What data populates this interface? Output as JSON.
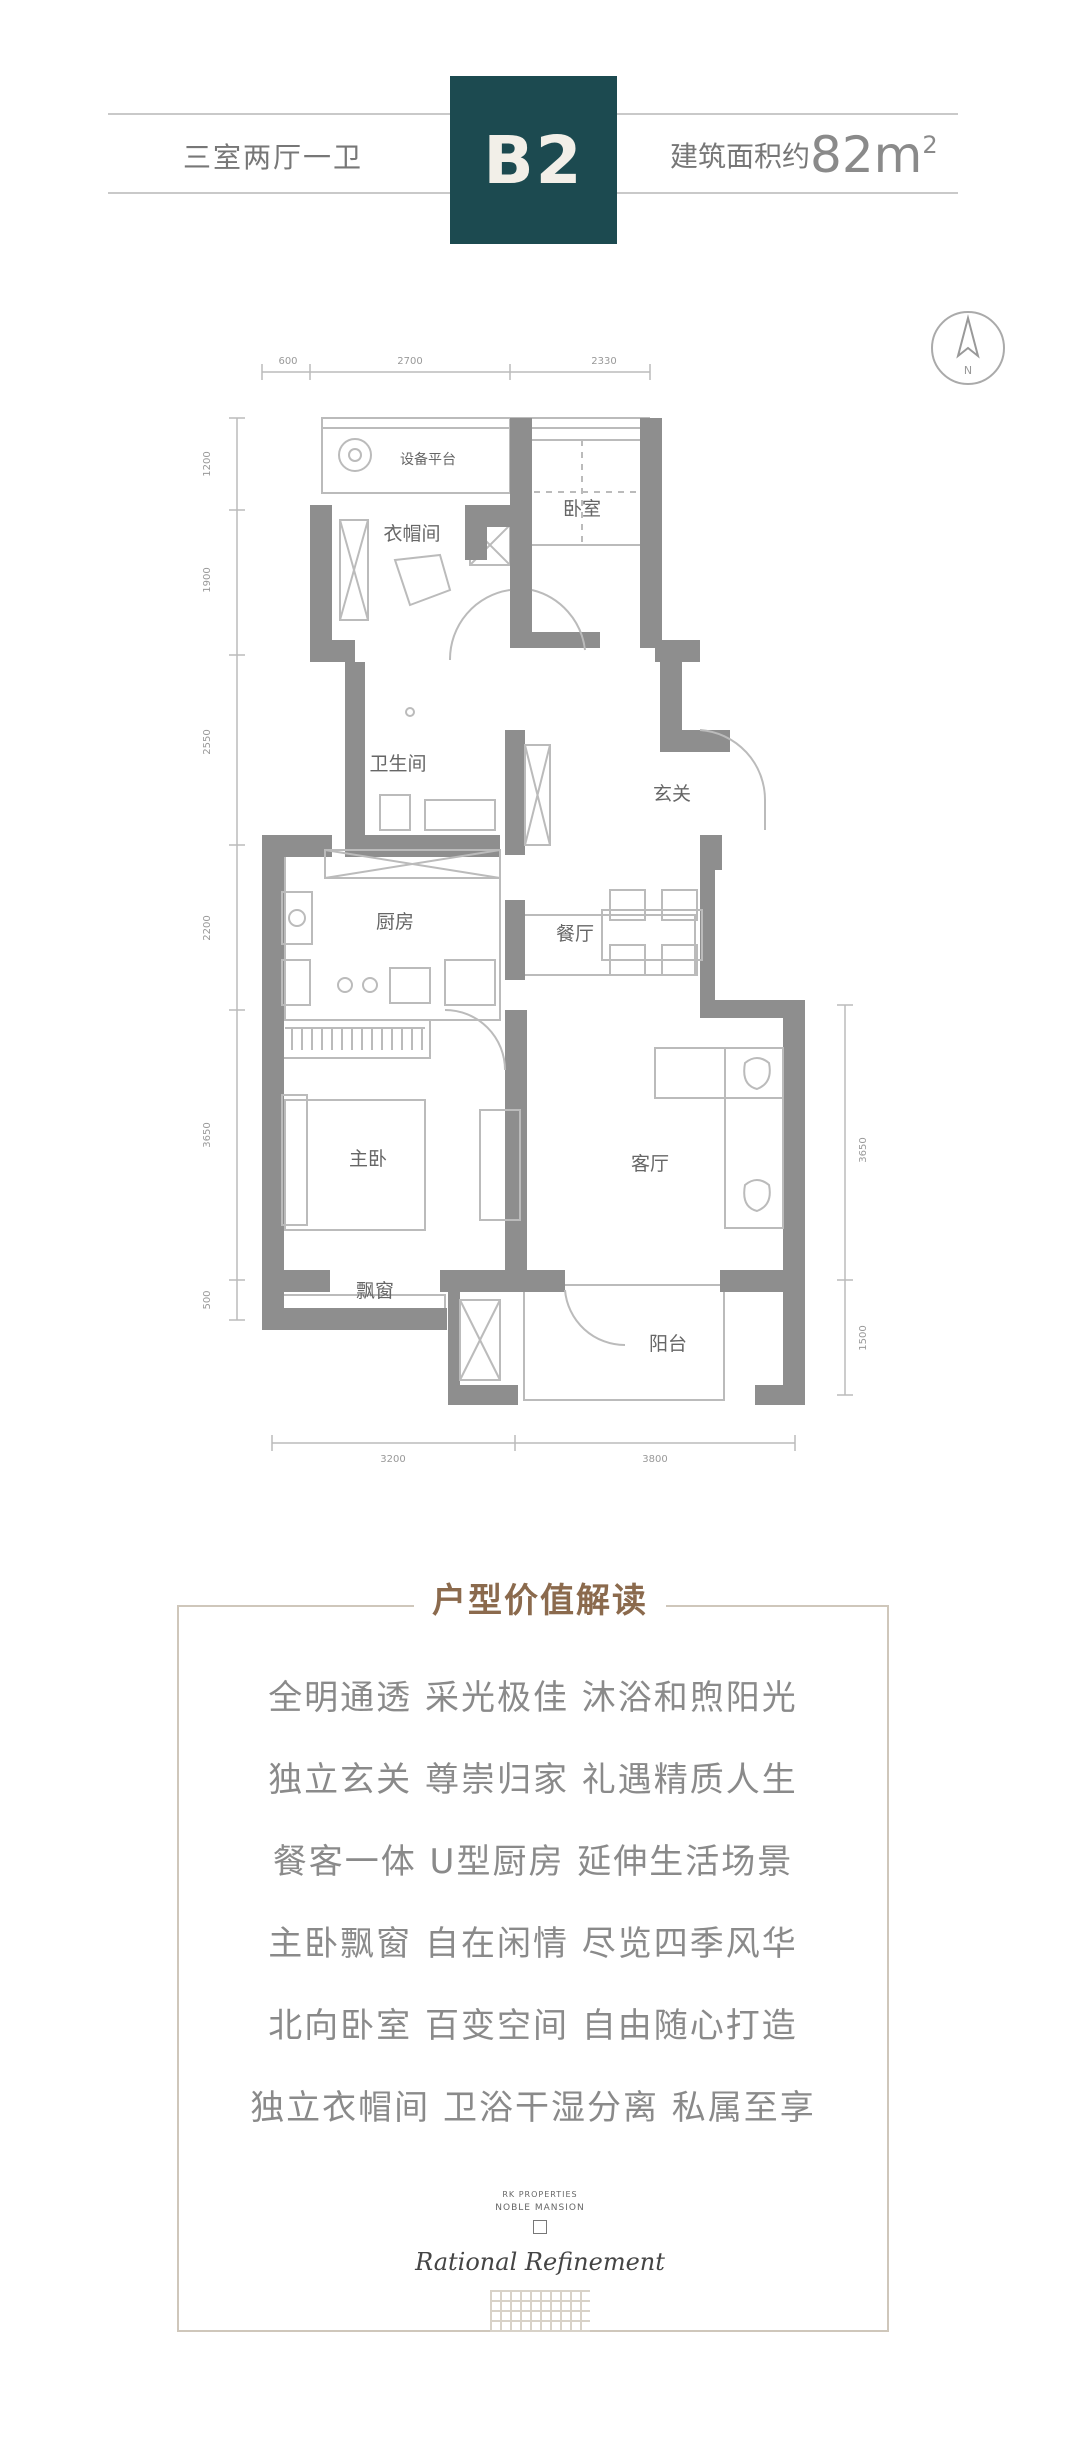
{
  "header": {
    "layout_type": "三室两厅一卫",
    "code": "B2",
    "area_prefix": "建筑面积约",
    "area_value": "82m",
    "area_sup": "2"
  },
  "compass": {
    "label": "N"
  },
  "floorplan": {
    "rooms": {
      "equipment": "设备平台",
      "bedroom_north": "卧室",
      "cloakroom": "衣帽间",
      "bathroom": "卫生间",
      "foyer": "玄关",
      "kitchen": "厨房",
      "dining": "餐厅",
      "master": "主卧",
      "living": "客厅",
      "bay_window": "飘窗",
      "balcony": "阳台"
    },
    "dims_top": [
      "600",
      "2700",
      "2330"
    ],
    "dims_left": [
      "1200",
      "1900",
      "2550",
      "2200",
      "3650",
      "500"
    ],
    "dims_right": [
      "3650",
      "1500"
    ],
    "dims_bottom": [
      "3200",
      "3800"
    ]
  },
  "value": {
    "title": "户型价值解读",
    "features": [
      "全明通透 采光极佳 沐浴和煦阳光",
      "独立玄关 尊崇归家 礼遇精质人生",
      "餐客一体 U型厨房 延伸生活场景",
      "主卧飘窗 自在闲情 尽览四季风华",
      "北向卧室 百变空间 自由随心打造",
      "独立衣帽间 卫浴干湿分离 私属至享"
    ]
  },
  "brand": {
    "company": "RK PROPERTIES",
    "project": "NOBLE MANSION",
    "tagline": "Rational Refinement"
  }
}
